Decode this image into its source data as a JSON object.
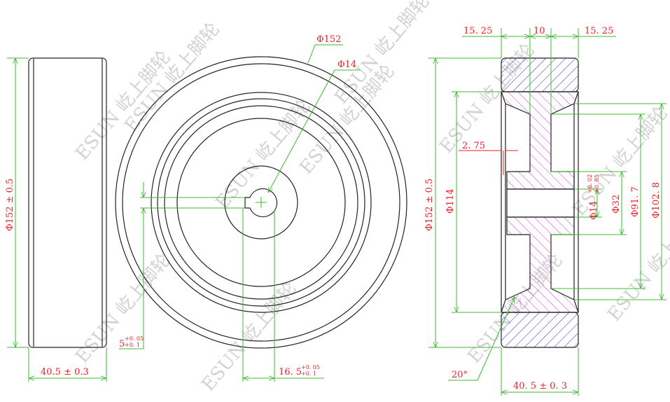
{
  "watermark": "ESUN 屹上脚轮",
  "colors": {
    "dim": "#3cb832",
    "text": "#e8202a",
    "tire_hatch": "#2a2ae0",
    "core_hatch": "#e030e0"
  },
  "side_view": {
    "dia": "Φ152 ± 0.5",
    "width": "40.5 ± 0.3"
  },
  "front_view": {
    "outer_dia": "Φ152",
    "bore_dia": "Φ14",
    "key_width": "5",
    "key_width_tol_up": "+0. 05",
    "key_width_tol_low": "+0. 1",
    "key_depth": "16. 5",
    "key_depth_tol_up": "+0. 05",
    "key_depth_tol_low": "+0. 1"
  },
  "section_view": {
    "left_w": "15. 25",
    "web_w": "10",
    "right_w": "15. 25",
    "dia": "Φ152 ± 0.5",
    "core_dia": "Φ114",
    "offset": "2. 75",
    "bore": "Φ14",
    "bore_tol_up": "+0. 02",
    "bore_tol_low": "+0. 05",
    "hub_dia": "Φ32",
    "web_dia": "Φ91. 7",
    "flange_dia": "Φ102. 8",
    "angle": "20°",
    "width": "40. 5 ± 0. 3"
  }
}
